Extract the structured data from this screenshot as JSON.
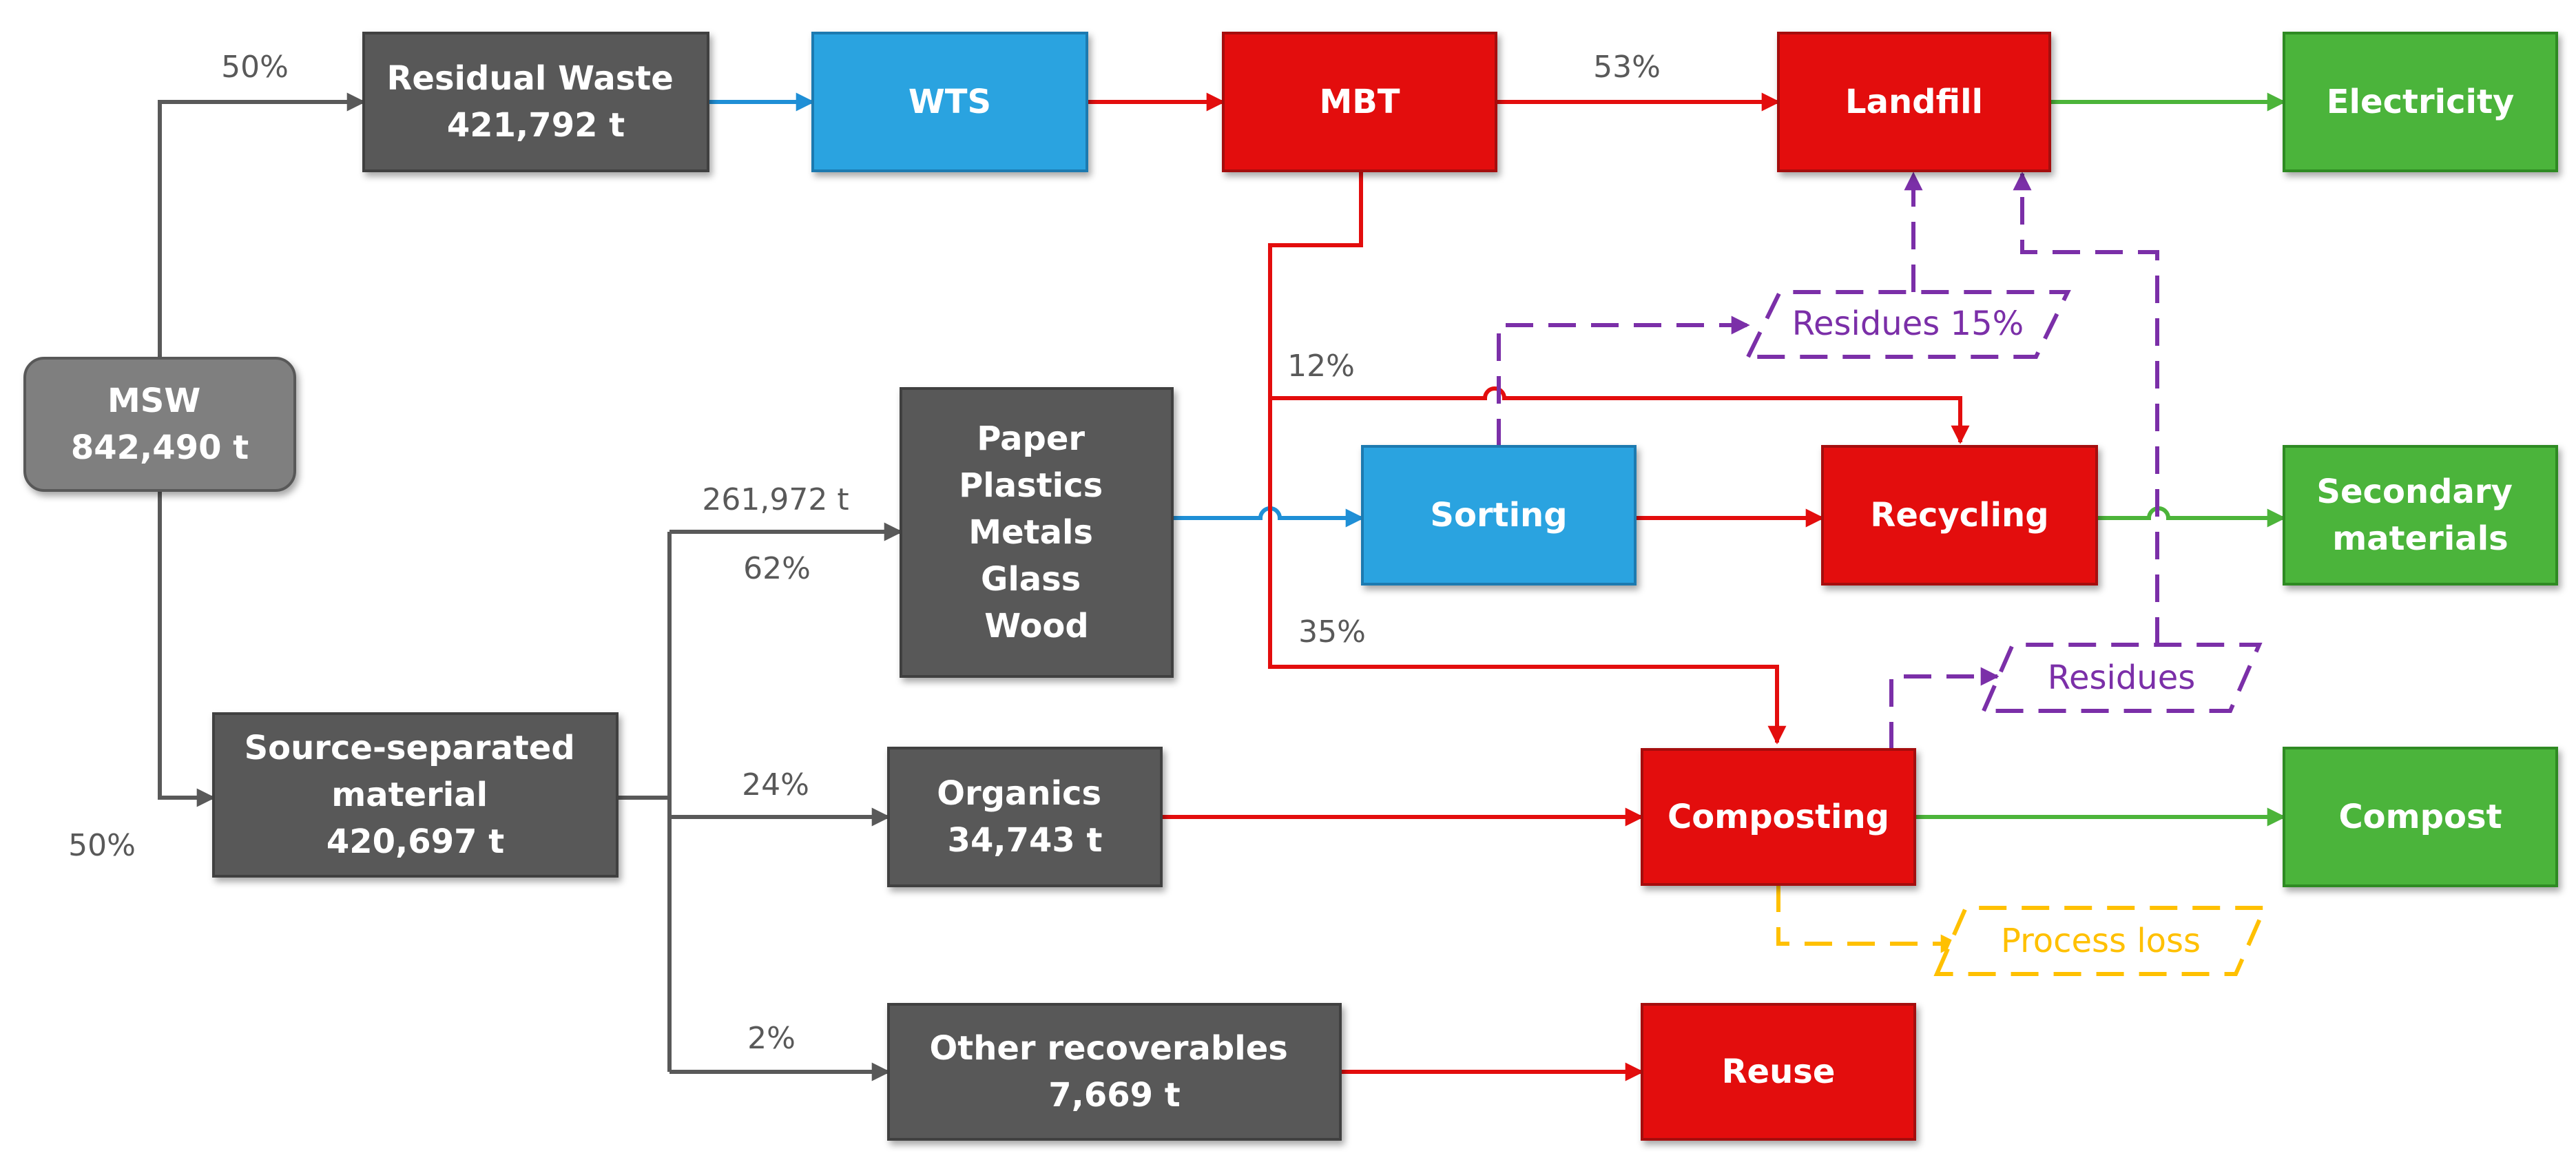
{
  "colors": {
    "dark_box": "#595959",
    "dark_box_border": "#404040",
    "blue_box": "#29a3e0",
    "blue_box_border": "#1a7ab0",
    "red_box": "#e30d0d",
    "red_box_border": "#a50a0a",
    "green_box": "#4cb43a",
    "green_box_border": "#2f8a22",
    "grey_box": "#7f7f7f",
    "gray_line": "#595959",
    "red_line": "#e30d0d",
    "green_line": "#4cb43a",
    "blue_line": "#1f8fd6",
    "purple_line": "#7b2fa8",
    "yellow_line": "#ffc000"
  },
  "nodes": {
    "msw": [
      "MSW",
      "842,490 t"
    ],
    "residual": [
      "Residual Waste",
      "421,792 t"
    ],
    "wts": [
      "WTS"
    ],
    "mbt": [
      "MBT"
    ],
    "landfill": [
      "Landfill"
    ],
    "electricity": [
      "Electricity"
    ],
    "source": [
      "Source-separated",
      "material",
      "420,697 t"
    ],
    "ppmgw": [
      "Paper",
      "Plastics",
      "Metals",
      "Glass",
      "Wood"
    ],
    "sorting": [
      "Sorting"
    ],
    "recycling": [
      "Recycling"
    ],
    "secondary": [
      "Secondary",
      "materials"
    ],
    "organics": [
      "Organics",
      "34,743 t"
    ],
    "composting": [
      "Composting"
    ],
    "compost": [
      "Compost"
    ],
    "other": [
      "Other recoverables",
      "7,669 t"
    ],
    "reuse": [
      "Reuse"
    ]
  },
  "parallelograms": {
    "residues15": "Residues 15%",
    "residues": "Residues",
    "process_loss": "Process loss"
  },
  "edge_labels": {
    "msw_residual_pct": "50%",
    "msw_source_pct": "50%",
    "mbt_landfill_pct": "53%",
    "mbt_recycling_pct": "12%",
    "mbt_composting_pct": "35%",
    "source_ppmgw_t": "261,972 t",
    "source_ppmgw_pct": "62%",
    "source_organics_pct": "24%",
    "source_other_pct": "2%"
  }
}
